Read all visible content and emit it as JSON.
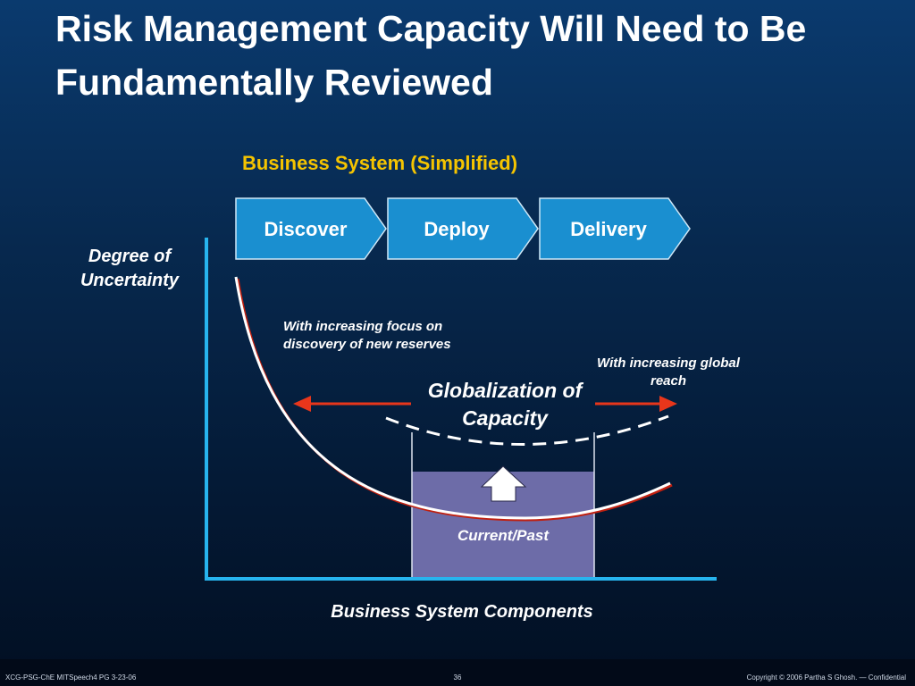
{
  "slide": {
    "title": "Risk Management Capacity Will Need to Be Fundamentally Reviewed",
    "subtitle": "Business System (Simplified)"
  },
  "stages": [
    {
      "label": "Discover"
    },
    {
      "label": "Deploy"
    },
    {
      "label": "Delivery"
    }
  ],
  "axes": {
    "y_label": "Degree of Uncertainty",
    "x_label": "Business System Components"
  },
  "annotations": {
    "left_note": "With increasing focus on discovery of new reserves",
    "right_note": "With increasing global reach",
    "globalization": "Globalization of Capacity",
    "current_past": "Current/Past"
  },
  "footer": {
    "left": "XCG-PSG-ChE MITSpeech4 PG 3-23-06",
    "page": "36",
    "right": "Copyright © 2006 Partha S Ghosh. — Confidential"
  },
  "colors": {
    "title_text": "#ffffff",
    "subtitle_text": "#f5c400",
    "stage_fill": "#1a8fd0",
    "axis_line": "#27b4ee",
    "curve": "#ffffff",
    "arrow": "#e8361b",
    "box_fill": "#6d6ca8"
  }
}
